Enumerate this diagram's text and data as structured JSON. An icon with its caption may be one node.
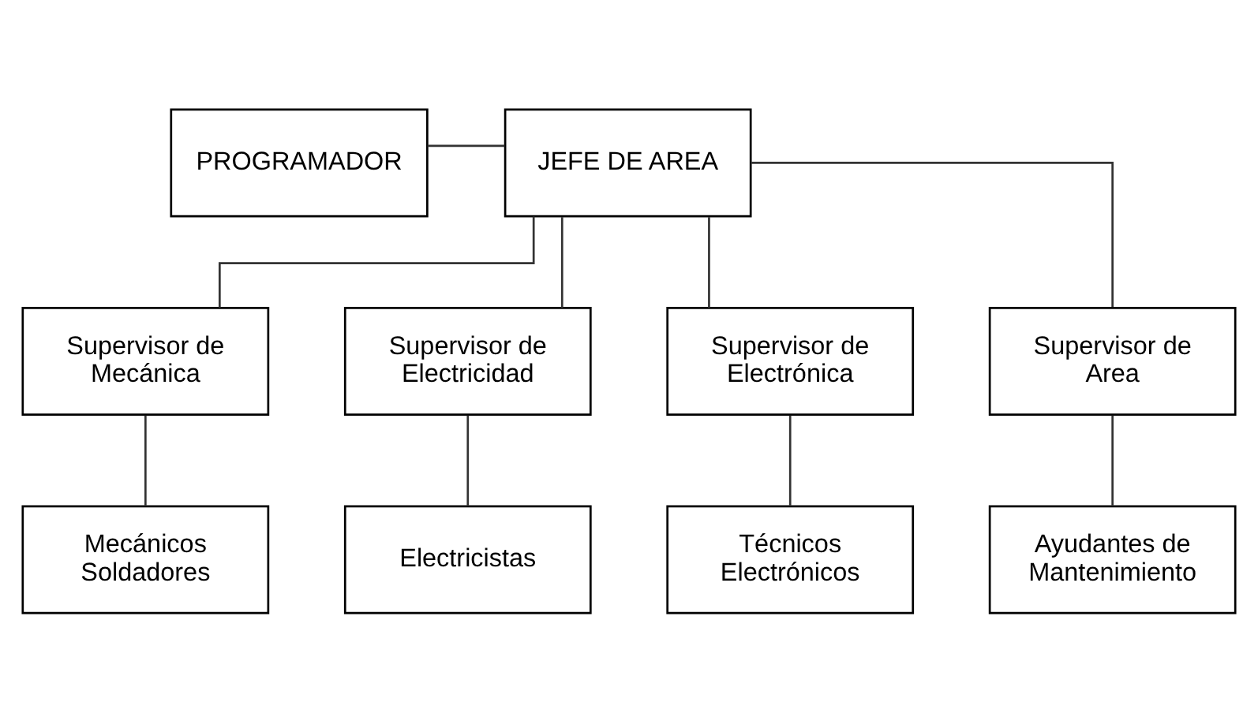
{
  "diagram": {
    "nodes": [
      {
        "text": [
          "JEFE DE AREA"
        ]
      },
      {
        "text": [
          "PROGRAMADOR"
        ]
      },
      {
        "text": [
          "Supervisor de Mecánica"
        ]
      },
      {
        "text": [
          "Supervisor de Electricidad"
        ]
      },
      {
        "text": [
          "Supervisor de Electrónica"
        ]
      },
      {
        "text": [
          "Supervisor de Area"
        ]
      },
      {
        "text": [
          "Mecánicos Soldadores"
        ]
      },
      {
        "text": [
          "Electricistas"
        ]
      },
      {
        "text": [
          "Técnicos Electrónicos"
        ]
      },
      {
        "text": [
          "Ayudantes de Mantenimiento"
        ]
      }
    ],
    "edges": [
      {
        "from": 0,
        "to": 1,
        "arrow": "none"
      },
      {
        "from": 0,
        "to": 2,
        "arrow": "none"
      },
      {
        "from": 0,
        "to": 3,
        "arrow": "none"
      },
      {
        "from": 0,
        "to": 4,
        "arrow": "none"
      },
      {
        "from": 0,
        "to": 5,
        "arrow": "none"
      },
      {
        "from": 2,
        "to": 6,
        "arrow": "none"
      },
      {
        "from": 3,
        "to": 7,
        "arrow": "none"
      },
      {
        "from": 4,
        "to": 8,
        "arrow": "none"
      },
      {
        "from": 5,
        "to": 9,
        "arrow": "none"
      }
    ]
  }
}
